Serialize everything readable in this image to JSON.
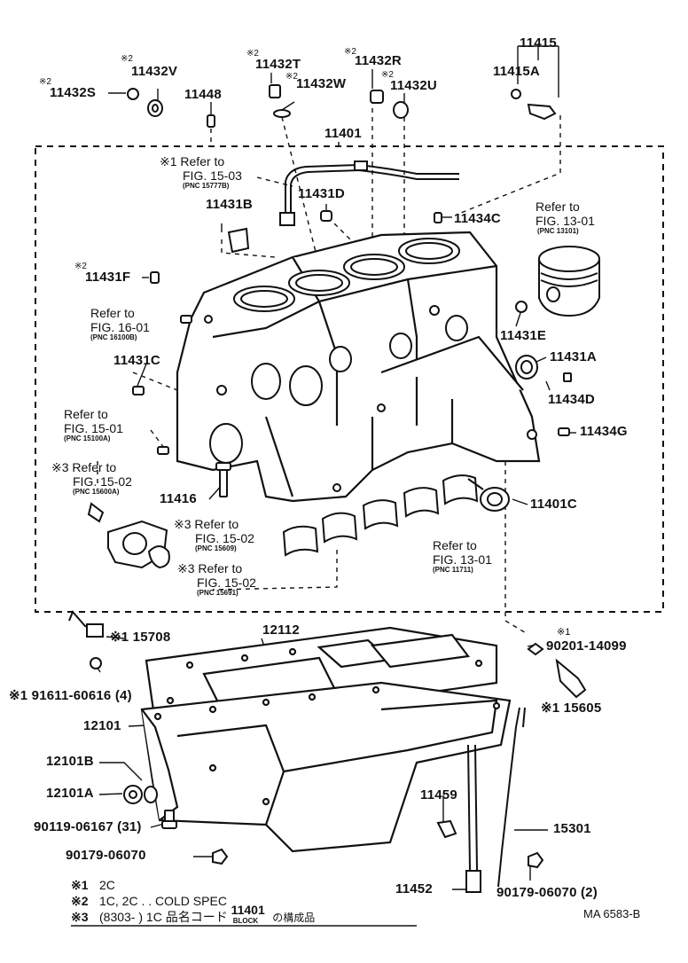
{
  "parts": {
    "p11415": "11415",
    "p11415A": "11415A",
    "p11432R_mark": "※2",
    "p11432R": "11432R",
    "p11432U_mark": "※2",
    "p11432U": "11432U",
    "p11432T_mark": "※2",
    "p11432T": "11432T",
    "p11432W_mark": "※2",
    "p11432W": "11432W",
    "p11432V_mark": "※2",
    "p11432V": "11432V",
    "p11432S_mark": "※2",
    "p11432S": "11432S",
    "p11448": "11448",
    "p11401": "11401",
    "p11431D": "11431D",
    "p11431B": "11431B",
    "p11434C": "11434C",
    "p11431F_mark": "※2",
    "p11431F": "11431F",
    "p11431E": "11431E",
    "p11431A": "11431A",
    "p11434D": "11434D",
    "p11434G": "11434G",
    "p11431C": "11431C",
    "p11416": "11416",
    "p11401C": "11401C",
    "p15708": "※1 15708",
    "p12112": "12112",
    "p90201": "90201-14099",
    "p90201_mark": "※1",
    "p91611": "※1  91611-60616 (4)",
    "p15605": "※1  15605",
    "p12101": "12101",
    "p12101B": "12101B",
    "p12101A": "12101A",
    "p90119": "90119-06167 (31)",
    "p90179a": "90179-06070",
    "p11459": "11459",
    "p15301": "15301",
    "p11452": "11452",
    "p90179b": "90179-06070 (2)"
  },
  "refs": {
    "r1503_head": "※1  Refer to",
    "r1503_fig": "FIG. 15-03",
    "r1503_pnc": "(PNC 15777B)",
    "r1301_head": "Refer to",
    "r1301_fig": "FIG. 13-01",
    "r1301_pnc": "(PNC 13101)",
    "r1601_head": "Refer to",
    "r1601_fig": "FIG. 16-01",
    "r1601_pnc": "(PNC 16100B)",
    "r1501_head": "Refer to",
    "r1501_fig": "FIG. 15-01",
    "r1501_pnc": "(PNC 15100A)",
    "r1502a_head": "※3 Refer to",
    "r1502a_fig": "FIG. 15-02",
    "r1502a_pnc": "(PNC 15600A)",
    "r1502b_head": "※3 Refer to",
    "r1502b_fig": "FIG. 15-02",
    "r1502b_pnc": "(PNC 15609)",
    "r1502c_head": "※3 Refer to",
    "r1502c_fig": "FIG. 15-02",
    "r1502c_pnc": "(PNC 15691)",
    "r1301b_head": "Refer to",
    "r1301b_fig": "FIG. 13-01",
    "r1301b_pnc": "(PNC 11711)"
  },
  "legend": {
    "row1_mark": "※1",
    "row1_text": "2C",
    "row2_mark": "※2",
    "row2_text": "1C, 2C . . COLD SPEC",
    "row3_mark": "※3",
    "row3_text": "(8303-          ) 1C    品名コード",
    "row3_code": "11401",
    "row3_code_sub": "BLOCK",
    "row3_tail": "の構成品"
  },
  "drawing_code": "MA 6583-B"
}
